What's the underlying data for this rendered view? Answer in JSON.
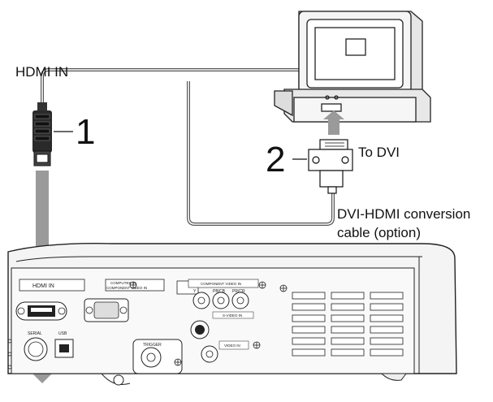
{
  "labels": {
    "hdmi_in": "HDMI IN",
    "callout_1": "1",
    "callout_2": "2",
    "to_dvi": "To DVI",
    "cable_line1": "DVI-HDMI conversion",
    "cable_line2": "cable (option)"
  },
  "panel_text": {
    "hdmi_in_port": "HDMI IN",
    "computer_in": "COMPUTER IN",
    "component_video_in_sub": "COMPONENT VIDEO IN",
    "component_video_in": "COMPONENT VIDEO IN",
    "y": "Y",
    "pb_cb": "PB/CB",
    "pr_cr": "PR/CR",
    "s_video_in": "S-VIDEO IN",
    "video_in": "VIDEO IN",
    "serial": "SERIAL",
    "usb": "USB",
    "trigger": "TRIGGER"
  },
  "colors": {
    "arrow_gray": "#9a9a9a",
    "connector_dark": "#222222"
  }
}
